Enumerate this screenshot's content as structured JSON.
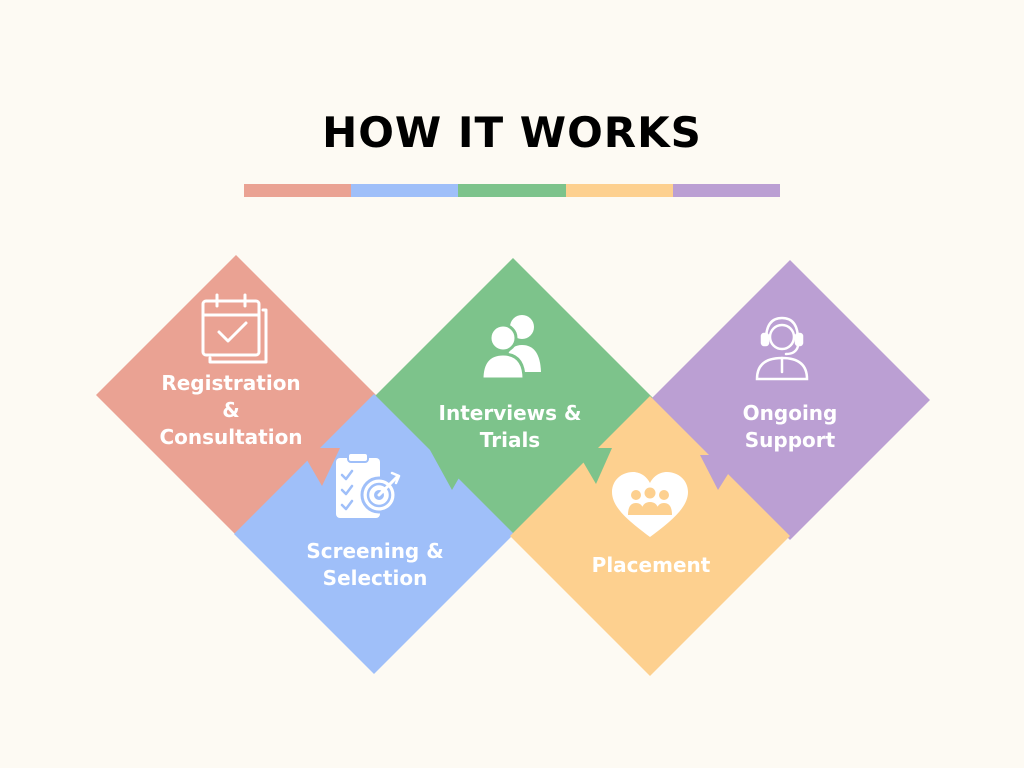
{
  "title": "HOW IT WORKS",
  "color_bar": [
    "#eaa293",
    "#9fbff9",
    "#7dc38b",
    "#fdd08f",
    "#bb9fd3"
  ],
  "steps": [
    {
      "label_lines": [
        "Registration",
        "&",
        "Consultation"
      ],
      "color": "#eaa293",
      "icon": "calendar-check-icon"
    },
    {
      "label_lines": [
        "Screening &",
        "Selection"
      ],
      "color": "#9fbff9",
      "icon": "clipboard-target-icon"
    },
    {
      "label_lines": [
        "Interviews &",
        "Trials"
      ],
      "color": "#7dc38b",
      "icon": "people-icon"
    },
    {
      "label_lines": [
        "Placement"
      ],
      "color": "#fdd08f",
      "icon": "heart-group-icon"
    },
    {
      "label_lines": [
        "Ongoing",
        "Support"
      ],
      "color": "#bb9fd3",
      "icon": "headset-agent-icon"
    }
  ]
}
